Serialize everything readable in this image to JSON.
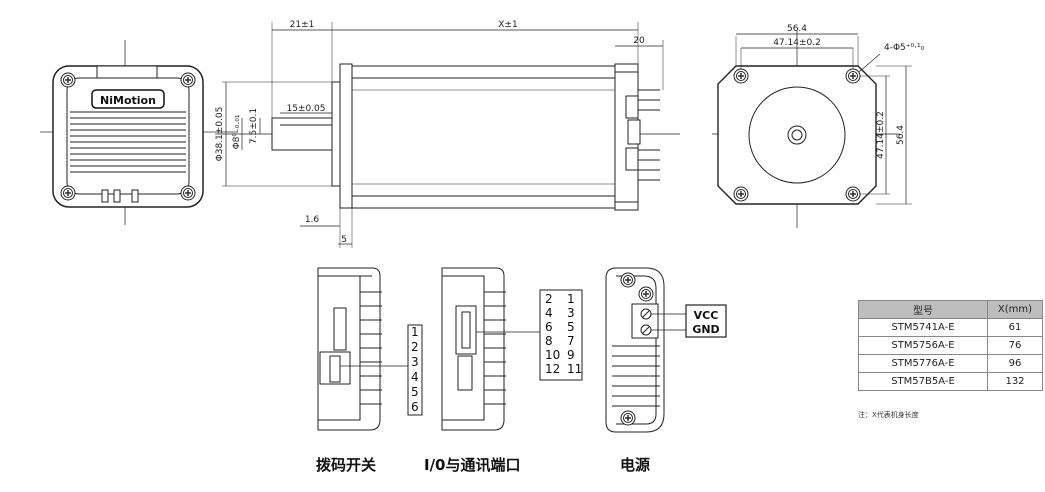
{
  "brand_label": "NiMotion",
  "front_view": {
    "dim_21": "21±1",
    "dim_x": "X±1",
    "dim_20": "20",
    "dim_15": "15±0.05",
    "dim_75": "7.5±0.1",
    "dim_shaft": "Φ8⁰₋₀.₀₁",
    "dim_boss": "Φ38.1±0.05",
    "dim_16": "1.6",
    "dim_5": "5"
  },
  "side_view": {
    "dim_564_top": "56.4",
    "dim_4714_top": "47.14±0.2",
    "dim_hole": "4-Φ5⁺⁰·¹₀",
    "dim_4714_right": "47.14±0.2",
    "dim_564_right": "56.4"
  },
  "switch_numbers": [
    "1",
    "2",
    "3",
    "4",
    "5",
    "6"
  ],
  "port_pins": [
    [
      "2",
      "1"
    ],
    [
      "4",
      "3"
    ],
    [
      "6",
      "5"
    ],
    [
      "8",
      "7"
    ],
    [
      "10",
      "9"
    ],
    [
      "12",
      "11"
    ]
  ],
  "power_labels": {
    "vcc": "VCC",
    "gnd": "GND"
  },
  "captions": {
    "dip": "拨码开关",
    "io": "I/0与通讯端口",
    "power": "电源"
  },
  "table": {
    "headers": [
      "型号",
      "X(mm)"
    ],
    "rows": [
      [
        "STM5741A-E",
        "61"
      ],
      [
        "STM5756A-E",
        "76"
      ],
      [
        "STM5776A-E",
        "96"
      ],
      [
        "STM57B5A-E",
        "132"
      ]
    ]
  },
  "note": "注：X代表机身长度"
}
